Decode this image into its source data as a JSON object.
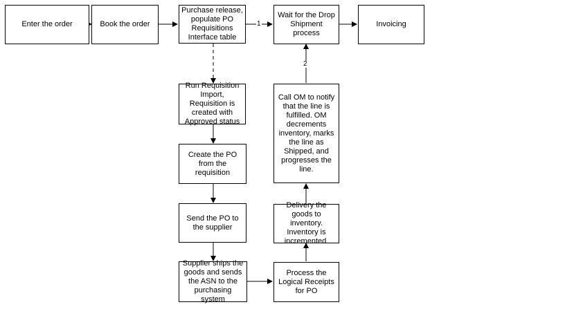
{
  "nodes": {
    "enter_order": "Enter the order",
    "book_order": "Book the order",
    "purchase_release": "Purchase release, populate PO Requisitions Interface table",
    "wait_drop_shipment": "Wait for the Drop Shipment process",
    "invoicing": "Invoicing",
    "run_requisition_import": "Run Requisition Import, Requisition is created with Approved status",
    "create_po": "Create the PO from the requisition",
    "send_po": "Send the PO to the supplier",
    "supplier_ships": "Supplier ships the goods and sends the ASN to the purchasing system",
    "process_receipts": "Process the Logical Receipts for PO",
    "delivery_goods": "Delivery the goods to inventory. Inventory is incremented.",
    "call_om": "Call OM to notify that the line is fulfilled. OM decrements inventory, marks the line as Shipped, and progresses the line."
  },
  "edge_labels": {
    "label_1": "1",
    "label_2": "2"
  },
  "colors": {
    "stroke": "#000000",
    "fill": "#ffffff"
  }
}
